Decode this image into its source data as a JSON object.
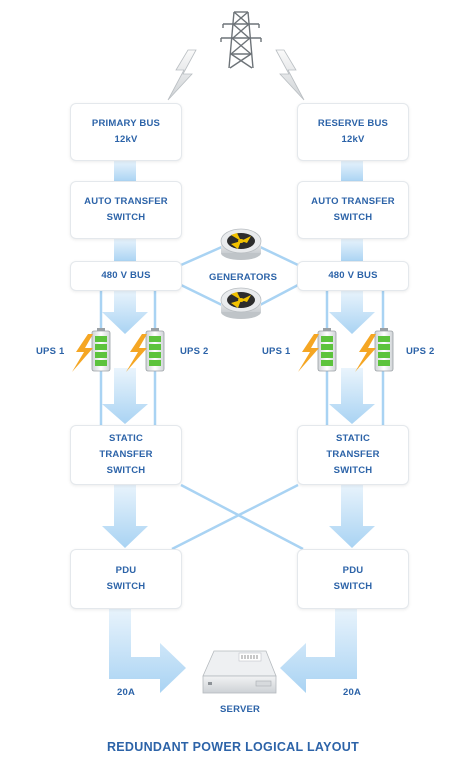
{
  "boxes": {
    "primary_bus": {
      "line1": "PRIMARY BUS",
      "line2": "12kV"
    },
    "reserve_bus": {
      "line1": "RESERVE BUS",
      "line2": "12kV"
    },
    "ats_left": {
      "line1": "AUTO TRANSFER",
      "line2": "SWITCH"
    },
    "ats_right": {
      "line1": "AUTO TRANSFER",
      "line2": "SWITCH"
    },
    "bus480_left": {
      "line1": "480 V BUS"
    },
    "bus480_right": {
      "line1": "480 V BUS"
    },
    "sts_left": {
      "line1": "STATIC",
      "line2": "TRANSFER",
      "line3": "SWITCH"
    },
    "sts_right": {
      "line1": "STATIC",
      "line2": "TRANSFER",
      "line3": "SWITCH"
    },
    "pdu_left": {
      "line1": "PDU",
      "line2": "SWITCH"
    },
    "pdu_right": {
      "line1": "PDU",
      "line2": "SWITCH"
    }
  },
  "labels": {
    "generators": "GENERATORS",
    "ups1_left": "UPS 1",
    "ups2_left": "UPS 2",
    "ups1_right": "UPS 1",
    "ups2_right": "UPS 2",
    "amp_left": "20A",
    "amp_right": "20A",
    "server": "SERVER"
  },
  "title": "REDUNDANT POWER LOGICAL LAYOUT",
  "icons": [
    "transmission-tower-icon",
    "lightning-bolt-icon",
    "generator-icon",
    "battery-icon",
    "server-icon"
  ],
  "colors": {
    "text": "#2c63a8",
    "flow_arrow": "#a9d3f3",
    "connector_line": "#a9d3f3",
    "battery_green": "#5cc33c",
    "lightning_orange": "#f5a623",
    "box_border": "#e4e8ec"
  }
}
